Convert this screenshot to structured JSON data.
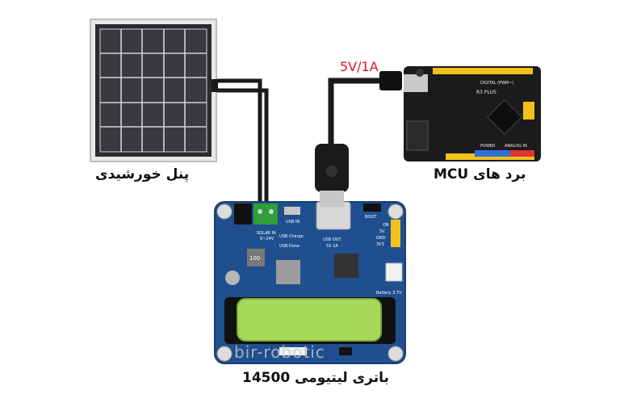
{
  "labels": {
    "solar_panel": "پنل خورشیدی",
    "mcu_board": "برد های MCU",
    "battery": "باتری لیتیومی 14500",
    "power_rating": "5V/1A",
    "watermark": "bir-robotic"
  },
  "board_labels": {
    "solar_in": "SOLAR IN",
    "solar_range": "6~24V",
    "usb_in": "USB IN",
    "usb_out": "USB OUT",
    "usb_out_rating": "5V 1A",
    "usb_charge": "USB Charge",
    "usb_done": "USB Done",
    "boot": "BOOT",
    "on": "ON",
    "v5": "5V",
    "gnd": "GND",
    "v33": "3V3",
    "battery_voltage": "Battery 3.7V",
    "inductor": "100",
    "mcu_model": "R3 PLUS",
    "mcu_digital": "DIGITAL (PWM~)",
    "mcu_power": "POWER",
    "mcu_analog": "ANALOG IN"
  },
  "colors": {
    "pcb_blue": "#1f4f8f",
    "terminal_green": "#2f9d3a",
    "battery_green": "#a6d85a",
    "mcu_black": "#1b1b1b",
    "header_yellow": "#f2c21b",
    "label_red": "#e5141c"
  }
}
